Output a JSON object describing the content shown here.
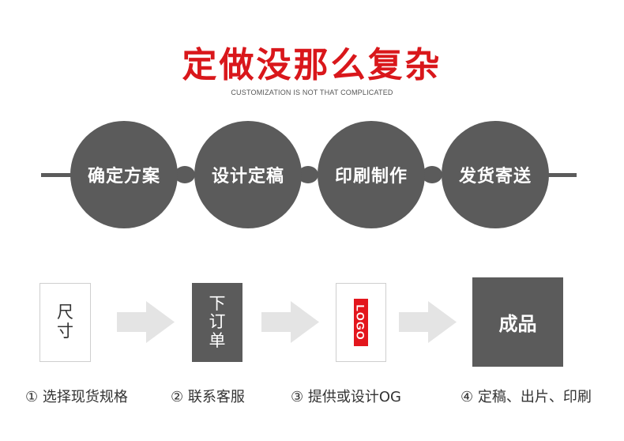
{
  "header": {
    "title": "定做没那么复杂",
    "subtitle": "CUSTOMIZATION IS NOT THAT COMPLICATED"
  },
  "process": [
    {
      "label": "确定方案"
    },
    {
      "label": "设计定稿"
    },
    {
      "label": "印刷制作"
    },
    {
      "label": "发货寄送"
    }
  ],
  "cards": {
    "card1": [
      "尺",
      "寸"
    ],
    "card2": [
      "下",
      "订",
      "单"
    ],
    "card3_logo": "LOGO",
    "card4": "成品"
  },
  "steps": [
    "① 选择现货规格",
    "② 联系客服",
    "③ 提供或设计OG",
    "④ 定稿、出片、印刷"
  ],
  "colors": {
    "title": "#d9171b",
    "circle": "#5b5b5b",
    "arrow": "#e4e4e4",
    "logo": "#e3161d"
  },
  "icons": [
    "right-arrow-icon"
  ]
}
